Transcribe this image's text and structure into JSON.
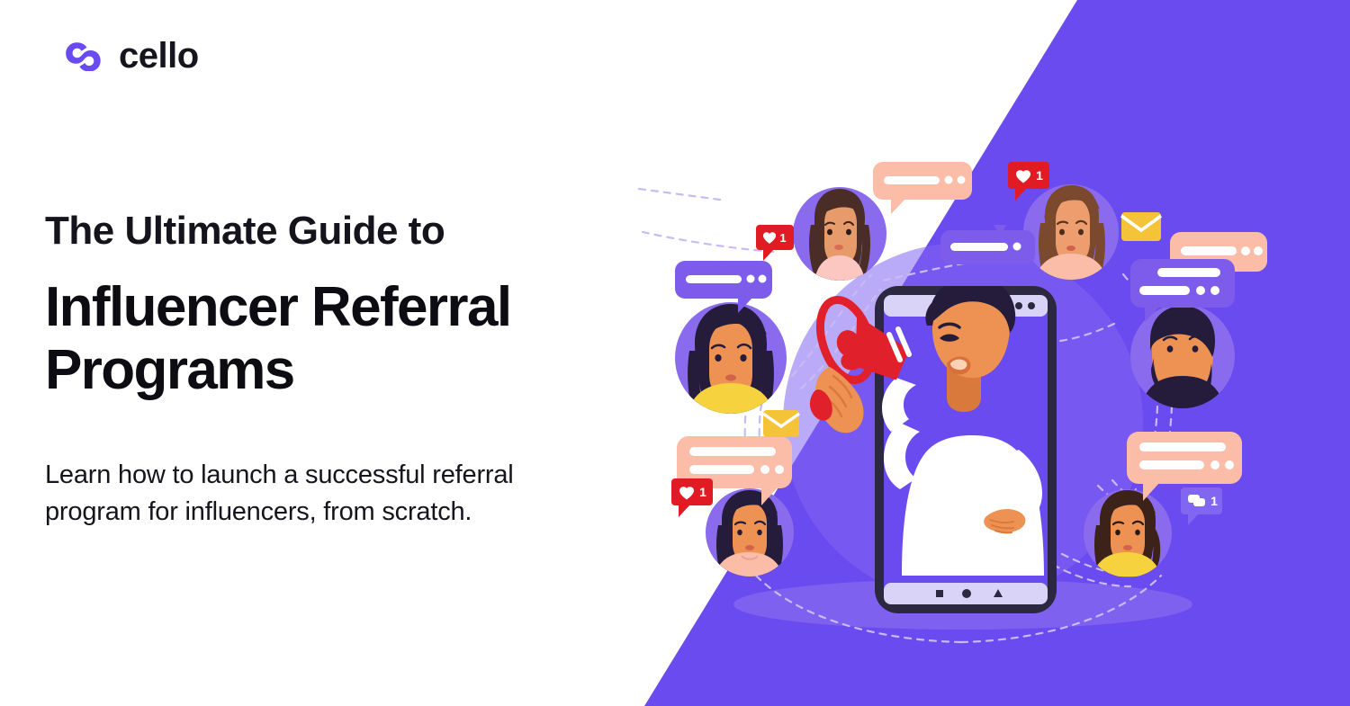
{
  "brand": {
    "name": "cello",
    "logo_icon": "cello-link-logo-icon",
    "logo_color": "#6A4BF0"
  },
  "hero": {
    "eyebrow": "The Ultimate Guide to",
    "headline_line1": "Influencer Referral",
    "headline_line2": "Programs",
    "subtitle_line1": "Learn how to launch a successful referral",
    "subtitle_line2": "program for influencers, from scratch."
  },
  "colors": {
    "brand_purple": "#6A4BF0",
    "panel_purple": "#6A4BF0",
    "avatar_ring_purple": "#8A6BEE",
    "bubble_purple": "#7D5CEB",
    "bubble_pink": "#FBBCA8",
    "badge_red": "#E01B24",
    "envelope_yellow": "#F5C338",
    "megaphone_red": "#E0202B",
    "text_dark": "#16141c",
    "phone_frame": "#2C2840",
    "skin": "#EE8C4E",
    "shirt_white": "#FFFFFF"
  },
  "illustration": {
    "title": "influencer-with-megaphone-in-phone",
    "center": {
      "device": "smartphone-frame",
      "device_dots": 3,
      "nav_icons": [
        "square",
        "circle",
        "triangle"
      ],
      "person": "man-shouting-into-megaphone",
      "prop": "megaphone-icon"
    },
    "avatars": [
      {
        "id": "avatar-top-left",
        "label": "woman-brown-hair-pink-top"
      },
      {
        "id": "avatar-mid-left",
        "label": "woman-dark-hair-yellow-top"
      },
      {
        "id": "avatar-bottom-left",
        "label": "woman-dark-hair-pink-top"
      },
      {
        "id": "avatar-top-right",
        "label": "woman-auburn-hair-pink-top"
      },
      {
        "id": "avatar-mid-right",
        "label": "man-with-beard-dark-shirt"
      },
      {
        "id": "avatar-bottom-right",
        "label": "woman-brown-hair-yellow-top"
      }
    ],
    "badges": [
      {
        "id": "badge-like-left-upper",
        "icon": "heart-icon",
        "count": "1"
      },
      {
        "id": "badge-like-top-right",
        "icon": "heart-icon",
        "count": "1"
      },
      {
        "id": "badge-like-bottom-left",
        "icon": "heart-icon",
        "count": "1"
      },
      {
        "id": "badge-comment-bottom-right",
        "icon": "comment-icon",
        "count": "1"
      }
    ],
    "chat_bubbles": [
      {
        "id": "bubble-top-pink",
        "color": "pink"
      },
      {
        "id": "bubble-left-purple",
        "color": "purple"
      },
      {
        "id": "bubble-phone-top-purple",
        "color": "purple"
      },
      {
        "id": "bubble-right-pink-upper",
        "color": "pink"
      },
      {
        "id": "bubble-right-purple",
        "color": "purple"
      },
      {
        "id": "bubble-left-pink-lower",
        "color": "pink"
      },
      {
        "id": "bubble-right-pink-lower",
        "color": "pink"
      }
    ],
    "envelopes": [
      {
        "id": "envelope-right",
        "icon": "envelope-icon"
      },
      {
        "id": "envelope-left",
        "icon": "envelope-icon"
      }
    ],
    "connectors": "dashed-network-lines"
  }
}
